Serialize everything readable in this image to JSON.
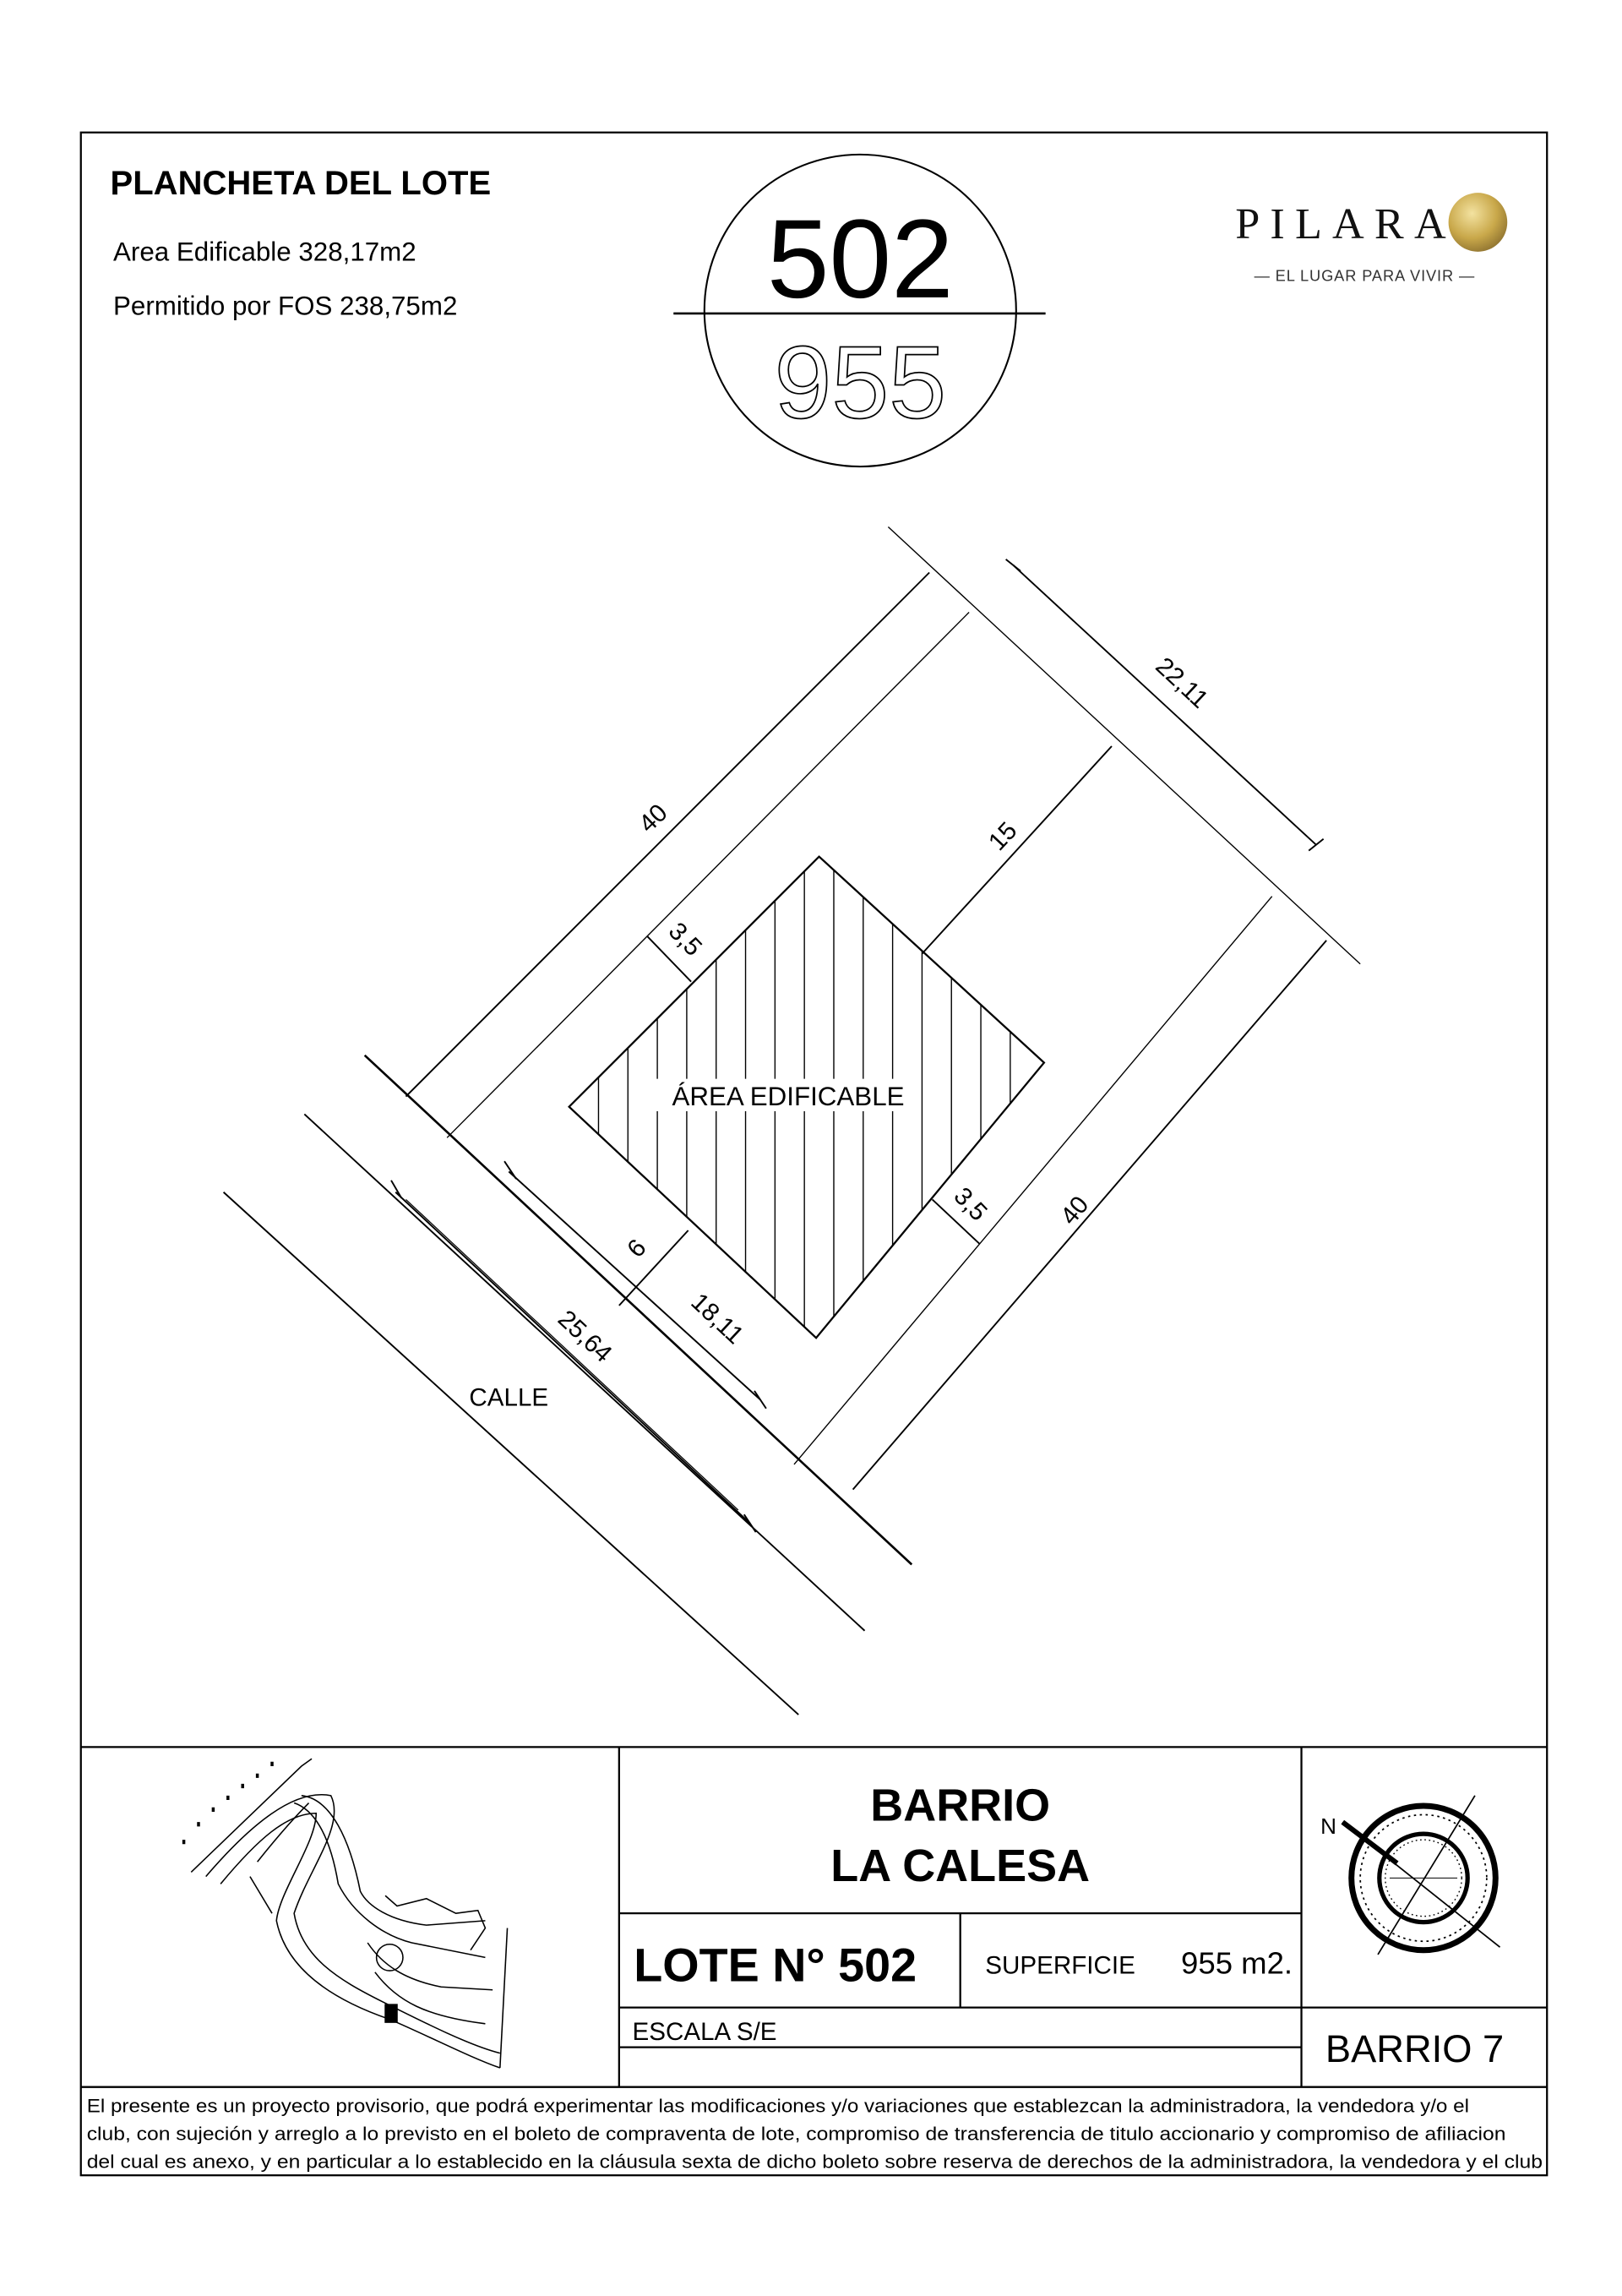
{
  "header": {
    "title": "PLANCHETA DEL LOTE",
    "area_edificable": "Area Edificable 328,17m2",
    "permitido_fos": "Permitido por FOS 238,75m2"
  },
  "lot_badge": {
    "lot_number": "502",
    "area": "955"
  },
  "logo": {
    "name": "PILARA",
    "tagline": "— EL LUGAR PARA VIVIR —",
    "accent_color": "#c9a84a"
  },
  "plan": {
    "buildable_label": "ÁREA EDIFICABLE",
    "street_label": "CALLE",
    "dimensions": {
      "left_side": "40",
      "right_side": "40",
      "back": "22,11",
      "back_setback": "15",
      "side_setback_left": "3,5",
      "side_setback_right": "3,5",
      "front_setback": "6",
      "buildable_front": "18,11",
      "front": "25,64"
    }
  },
  "title_block": {
    "barrio_line1": "BARRIO",
    "barrio_line2": "LA CALESA",
    "lote": "LOTE N° 502",
    "superficie_label": "SUPERFICIE",
    "superficie_value": "955 m2.",
    "escala": "ESCALA S/E",
    "barrio_number": "BARRIO 7",
    "north_label": "N"
  },
  "disclaimer": [
    "El presente es un proyecto provisorio, que podrá experimentar las modificaciones y/o variaciones que establezcan la administradora, la vendedora y/o el",
    "club, con sujeción y arreglo a lo previsto en el boleto de compraventa de lote, compromiso de transferencia de titulo accionario y compromiso de afiliacion",
    "del cual es anexo, y en particular a lo establecido en la cláusula sexta de dicho boleto sobre reserva de derechos de la administradora, la vendedora y el club"
  ]
}
